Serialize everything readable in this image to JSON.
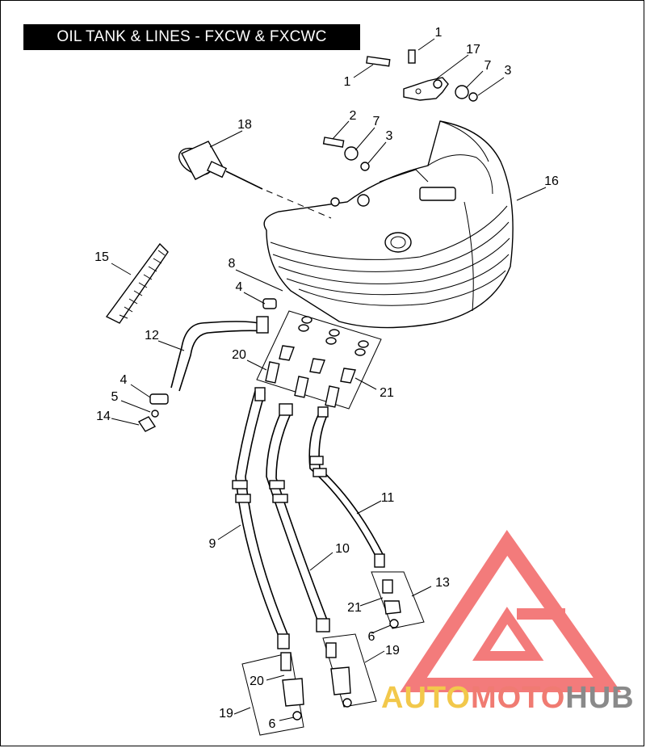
{
  "title": "OIL TANK & LINES - FXCW & FXCWC",
  "callouts": [
    {
      "id": "c1a",
      "label": "1"
    },
    {
      "id": "c1b",
      "label": "1"
    },
    {
      "id": "c17",
      "label": "17"
    },
    {
      "id": "c7a",
      "label": "7"
    },
    {
      "id": "c3a",
      "label": "3"
    },
    {
      "id": "c18",
      "label": "18"
    },
    {
      "id": "c2",
      "label": "2"
    },
    {
      "id": "c7b",
      "label": "7"
    },
    {
      "id": "c3b",
      "label": "3"
    },
    {
      "id": "c16",
      "label": "16"
    },
    {
      "id": "c15",
      "label": "15"
    },
    {
      "id": "c8",
      "label": "8"
    },
    {
      "id": "c4a",
      "label": "4"
    },
    {
      "id": "c12",
      "label": "12"
    },
    {
      "id": "c20a",
      "label": "20"
    },
    {
      "id": "c21a",
      "label": "21"
    },
    {
      "id": "c4b",
      "label": "4"
    },
    {
      "id": "c5",
      "label": "5"
    },
    {
      "id": "c14",
      "label": "14"
    },
    {
      "id": "c11",
      "label": "11"
    },
    {
      "id": "c9",
      "label": "9"
    },
    {
      "id": "c10",
      "label": "10"
    },
    {
      "id": "c13",
      "label": "13"
    },
    {
      "id": "c21b",
      "label": "21"
    },
    {
      "id": "c6a",
      "label": "6"
    },
    {
      "id": "c19a",
      "label": "19"
    },
    {
      "id": "c20b",
      "label": "20"
    },
    {
      "id": "c19b",
      "label": "19"
    },
    {
      "id": "c6b",
      "label": "6"
    }
  ],
  "watermark": {
    "auto": "AUTO",
    "moto": "MOTO",
    "hub": "HUB",
    "colors": {
      "auto": "#f2c84b",
      "moto": "#f07b72",
      "hub": "#8a8a8a",
      "triangle": "#f26d6d"
    }
  }
}
